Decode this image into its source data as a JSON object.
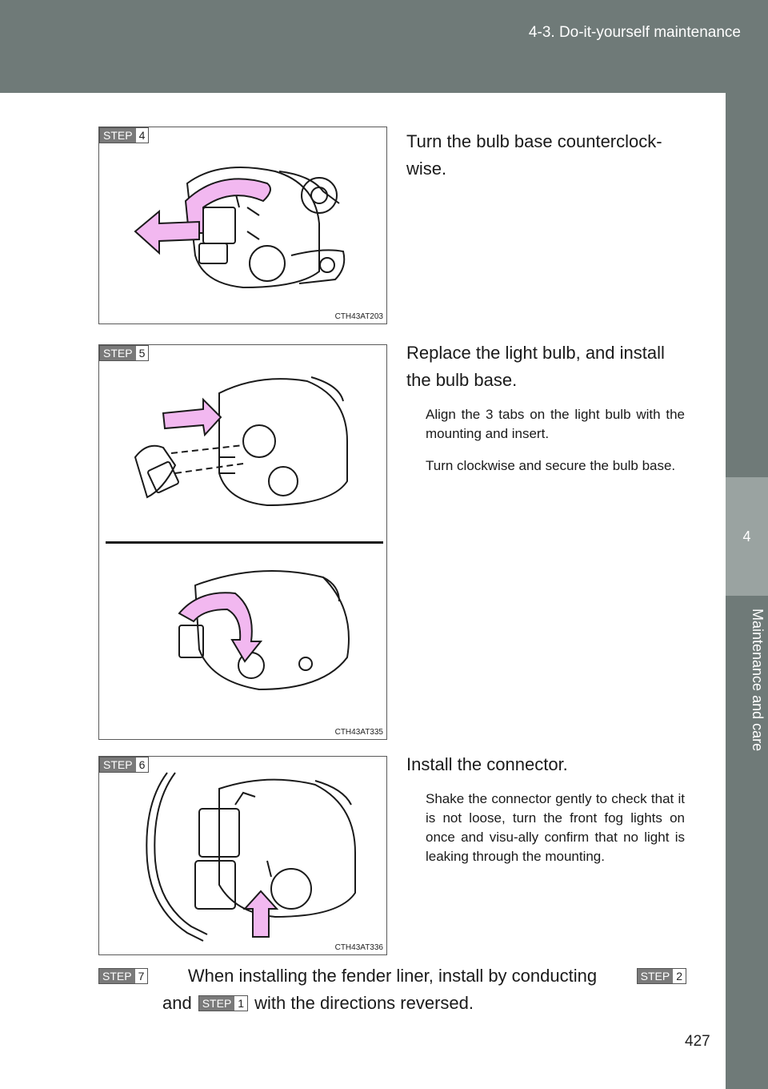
{
  "header": {
    "section": "4-3. Do-it-yourself maintenance"
  },
  "side_tab": {
    "chapter_number": "4",
    "chapter_title": "Maintenance and care"
  },
  "page_number": "427",
  "step_label": "STEP",
  "steps": [
    {
      "number": "4",
      "heading": "Turn the bulb base counterclock-wise.",
      "notes": [],
      "figure_code": "CTH43AT203"
    },
    {
      "number": "5",
      "heading": "Replace the light bulb, and install the bulb base.",
      "notes": [
        "Align the 3 tabs on the light bulb with the mounting and insert.",
        "Turn clockwise and secure the bulb base."
      ],
      "figure_code": "CTH43AT335"
    },
    {
      "number": "6",
      "heading": "Install the connector.",
      "notes": [
        "Shake the connector gently to check that it is not loose, turn the front fog lights on once and visu-ally confirm that no light is leaking through the mounting."
      ],
      "figure_code": "CTH43AT336"
    }
  ],
  "step7": {
    "number": "7",
    "text_part1": "When installing the fender liner, install by conducting",
    "ref_step_a": "2",
    "text_part2": "and",
    "ref_step_b": "1",
    "text_part3": "with the directions reversed."
  },
  "colors": {
    "header_bg": "#6f7a78",
    "tab_highlight": "#9aa3a1",
    "arrow_fill": "#f2b8f0",
    "step_badge_bg": "#7a7a7a"
  }
}
